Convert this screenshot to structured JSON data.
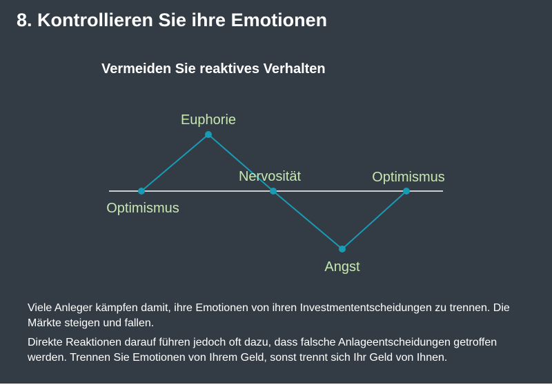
{
  "slide": {
    "title": "8. Kontrollieren Sie ihre Emotionen",
    "subtitle": "Vermeiden Sie reaktives Verhalten"
  },
  "diagram": {
    "line_color": "#1a9bb5",
    "baseline_color": "#ffffff",
    "label_color": "#c6e8b0",
    "nodes": [
      {
        "label": "Optimismus"
      },
      {
        "label": "Euphorie"
      },
      {
        "label": "Nervosität"
      },
      {
        "label": "Angst"
      },
      {
        "label": "Optimismus"
      }
    ]
  },
  "body": {
    "paragraph_1": "Viele Anleger kämpfen damit, ihre Emotionen von ihren Investmententscheidungen zu trennen. Die Märkte steigen und fallen.",
    "paragraph_2": "Direkte Reaktionen darauf führen jedoch oft dazu, dass falsche Anlageentscheidungen getroffen werden. Trennen Sie Emotionen von Ihrem Geld, sonst trennt sich Ihr Geld von Ihnen."
  }
}
